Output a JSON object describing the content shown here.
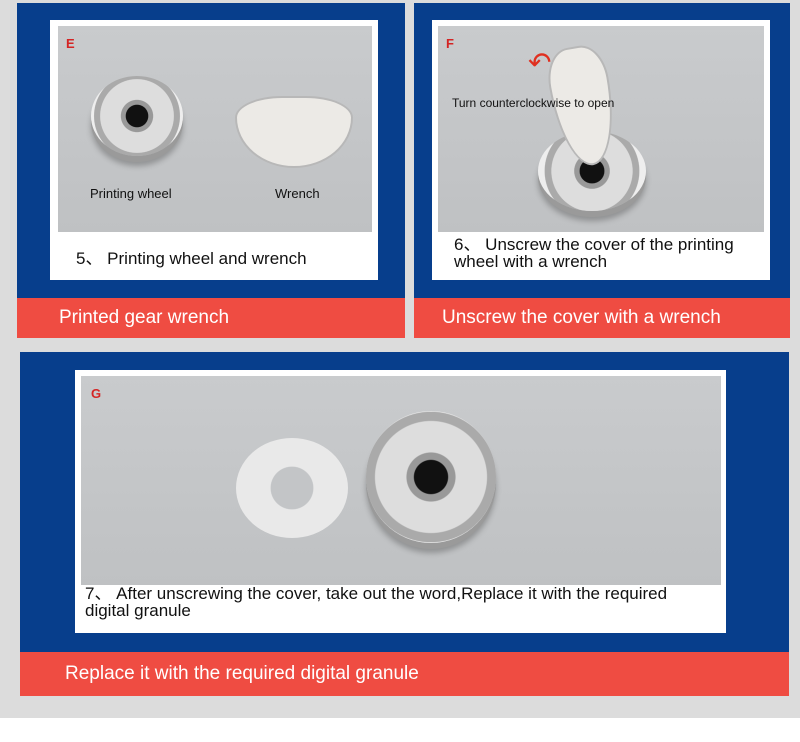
{
  "panels": [
    {
      "letter": "E",
      "labels": [
        "Printing wheel",
        "Wrench"
      ],
      "caption": "5、 Printing wheel and wrench",
      "band": "Printed gear wrench"
    },
    {
      "letter": "F",
      "annotation": "Turn counterclockwise to open",
      "caption": "6、 Unscrew the cover of the printing wheel with a wrench",
      "band": "Unscrew the cover with a wrench"
    },
    {
      "letter": "G",
      "caption": "7、 After unscrewing the cover, take out the word,Replace it with the required digital granule",
      "band": "Replace it with the required digital granule"
    }
  ],
  "colors": {
    "blue": "#073e8c",
    "red": "#ef4c42",
    "letter": "#d42424"
  }
}
